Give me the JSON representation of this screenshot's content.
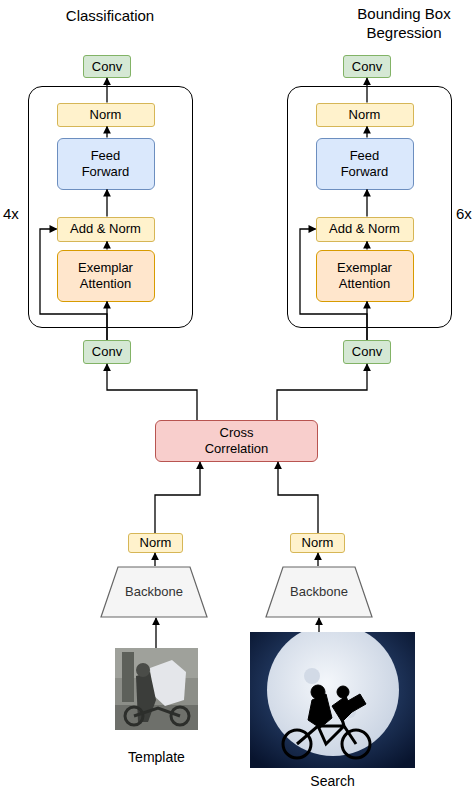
{
  "diagram": {
    "nodes": [
      {
        "text": [
          "Conv"
        ]
      },
      {
        "text": [
          "Conv"
        ]
      },
      {
        "text": [
          "4x"
        ]
      },
      {
        "text": [
          "Norm"
        ],
        "in": 2
      },
      {
        "text": [
          "Feed Forward"
        ],
        "in": 2
      },
      {
        "text": [
          "Add & Norm"
        ],
        "in": 2
      },
      {
        "text": [
          "Exemplar Attention"
        ],
        "in": 2
      },
      {
        "text": [
          "6x"
        ]
      },
      {
        "text": [
          "Norm"
        ],
        "in": 7
      },
      {
        "text": [
          "Feed Forward"
        ],
        "in": 7
      },
      {
        "text": [
          "Add & Norm"
        ],
        "in": 7
      },
      {
        "text": [
          "Exemplar Attention"
        ],
        "in": 7
      },
      {
        "text": [
          "Conv"
        ]
      },
      {
        "text": [
          "Conv"
        ]
      },
      {
        "text": [
          "Cross Correlation"
        ]
      },
      {
        "text": [
          "Norm"
        ]
      },
      {
        "text": [
          "Norm"
        ]
      },
      {
        "text": [
          "Backbone"
        ]
      },
      {
        "text": [
          "Backbone"
        ]
      },
      {
        "text": [
          "Template"
        ]
      },
      {
        "text": [
          "Search"
        ]
      }
    ],
    "edges": [
      {
        "from": 19,
        "to": 17,
        "arrow": "to"
      },
      {
        "from": 20,
        "to": 18,
        "arrow": "to"
      },
      {
        "from": 17,
        "to": 15,
        "arrow": "to"
      },
      {
        "from": 18,
        "to": 16,
        "arrow": "to"
      },
      {
        "from": 15,
        "to": 14,
        "arrow": "to"
      },
      {
        "from": 16,
        "to": 14,
        "arrow": "to"
      },
      {
        "from": 14,
        "to": 12,
        "arrow": "to"
      },
      {
        "from": 14,
        "to": 13,
        "arrow": "to"
      },
      {
        "from": 12,
        "to": 6,
        "arrow": "to"
      },
      {
        "from": 12,
        "to": 5,
        "arrow": "to"
      },
      {
        "from": 6,
        "to": 5,
        "arrow": "to"
      },
      {
        "from": 5,
        "to": 4,
        "arrow": "to"
      },
      {
        "from": 4,
        "to": 3,
        "arrow": "to"
      },
      {
        "from": 3,
        "to": 0,
        "arrow": "to"
      },
      {
        "from": 13,
        "to": 11,
        "arrow": "to"
      },
      {
        "from": 13,
        "to": 10,
        "arrow": "to"
      },
      {
        "from": 11,
        "to": 10,
        "arrow": "to"
      },
      {
        "from": 10,
        "to": 9,
        "arrow": "to"
      },
      {
        "from": 9,
        "to": 8,
        "arrow": "to"
      },
      {
        "from": 8,
        "to": 1,
        "arrow": "to"
      }
    ],
    "labels": [
      "Classification",
      "Bounding Box Begression"
    ]
  }
}
